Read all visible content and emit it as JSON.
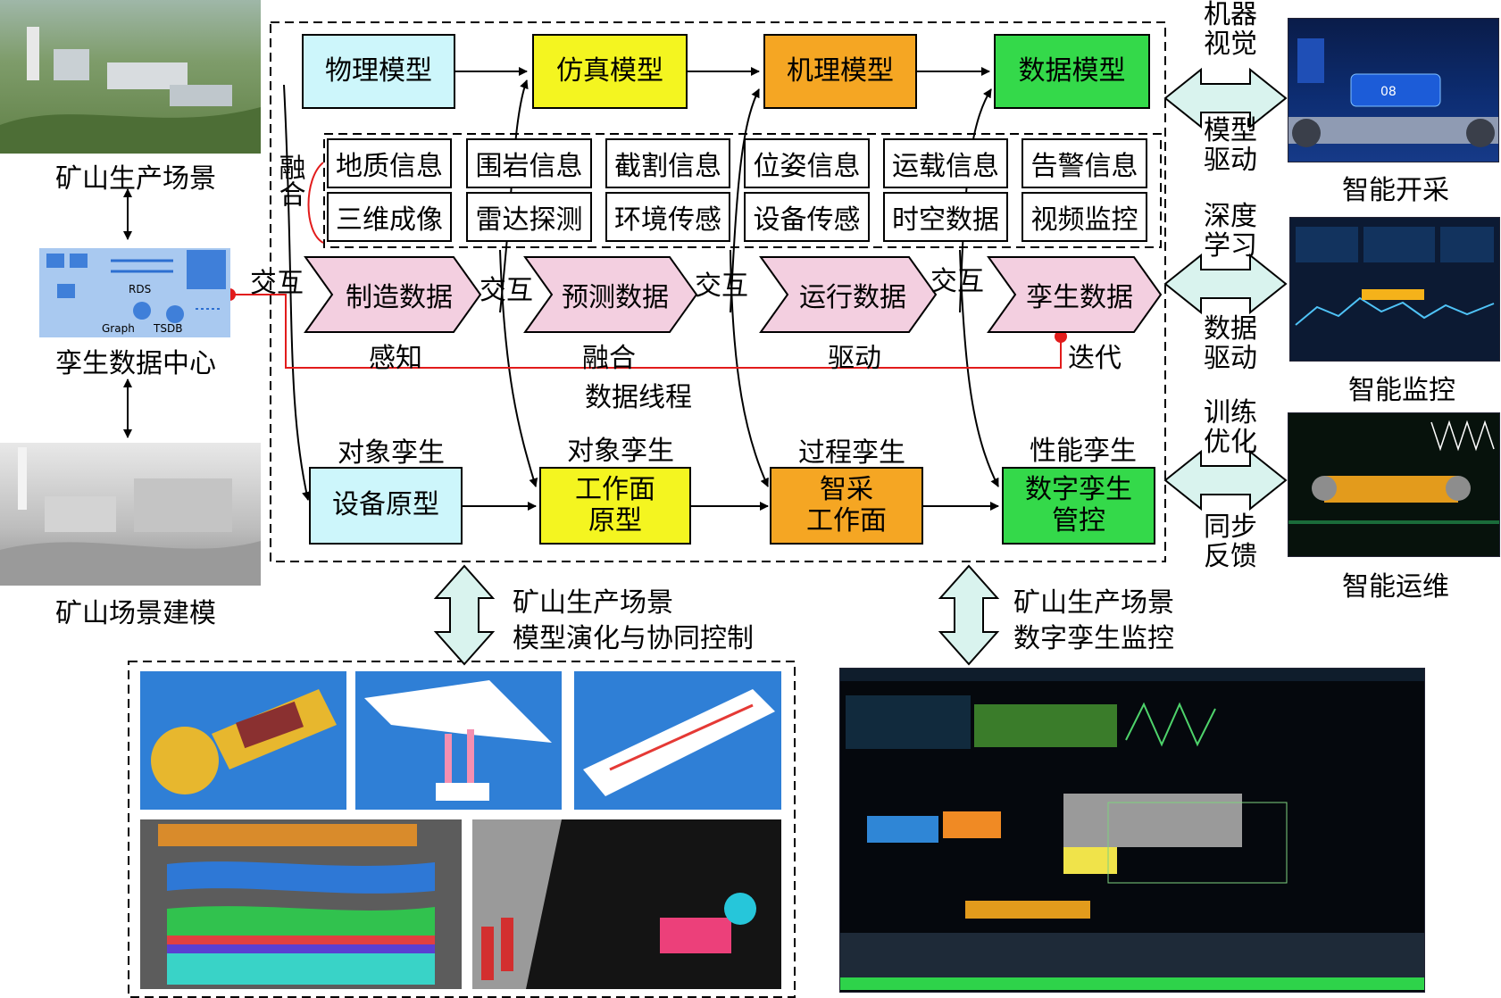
{
  "left": {
    "scene_label": "矿山生产场景",
    "datacenter_label": "孪生数据中心",
    "modeling_label": "矿山场景建模",
    "dc_rds": "RDS",
    "dc_graph": "Graph",
    "dc_tsdb": "TSDB"
  },
  "models": {
    "physical": "物理模型",
    "simulation": "仿真模型",
    "mechanism": "机理模型",
    "data": "数据模型"
  },
  "fusion_label": "融合",
  "info_row1": [
    "地质信息",
    "围岩信息",
    "截割信息",
    "位姿信息",
    "运载信息",
    "告警信息"
  ],
  "info_row2": [
    "三维成像",
    "雷达探测",
    "环境传感",
    "设备传感",
    "时空数据",
    "视频监控"
  ],
  "interaction_label": "交互",
  "chevrons": [
    "制造数据",
    "预测数据",
    "运行数据",
    "孪生数据"
  ],
  "chevron_captions": [
    "感知",
    "融合",
    "驱动",
    "迭代"
  ],
  "data_thread_label": "数据线程",
  "twin_types": [
    "对象孪生",
    "对象孪生",
    "过程孪生",
    "性能孪生"
  ],
  "bottom_boxes": {
    "equipment": "设备原型",
    "workface_line1": "工作面",
    "workface_line2": "原型",
    "smart_line1": "智采",
    "smart_line2": "工作面",
    "twin_line1": "数字孪生",
    "twin_line2": "管控"
  },
  "right": {
    "machine_vision": "机器\n视觉",
    "model_drive": "模型\n驱动",
    "deep_learning": "深度\n学习",
    "data_drive": "数据\n驱动",
    "train_opt": "训练\n优化",
    "sync_feedback": "同步\n反馈",
    "smart_mining": "智能开采",
    "smart_monitor": "智能监控",
    "smart_ops": "智能运维",
    "screen1_value": "08"
  },
  "bottom_captions": {
    "left_line1": "矿山生产场景",
    "left_line2": "模型演化与协同控制",
    "right_line1": "矿山生产场景",
    "right_line2": "数字孪生监控"
  },
  "colors": {
    "cyan": "#cdf6fb",
    "yellow": "#f4f520",
    "orange": "#f5a623",
    "green": "#34d94a",
    "pink": "#f3cfe0",
    "arrow_fill": "#d9f3ee",
    "red": "#e21b1b"
  }
}
